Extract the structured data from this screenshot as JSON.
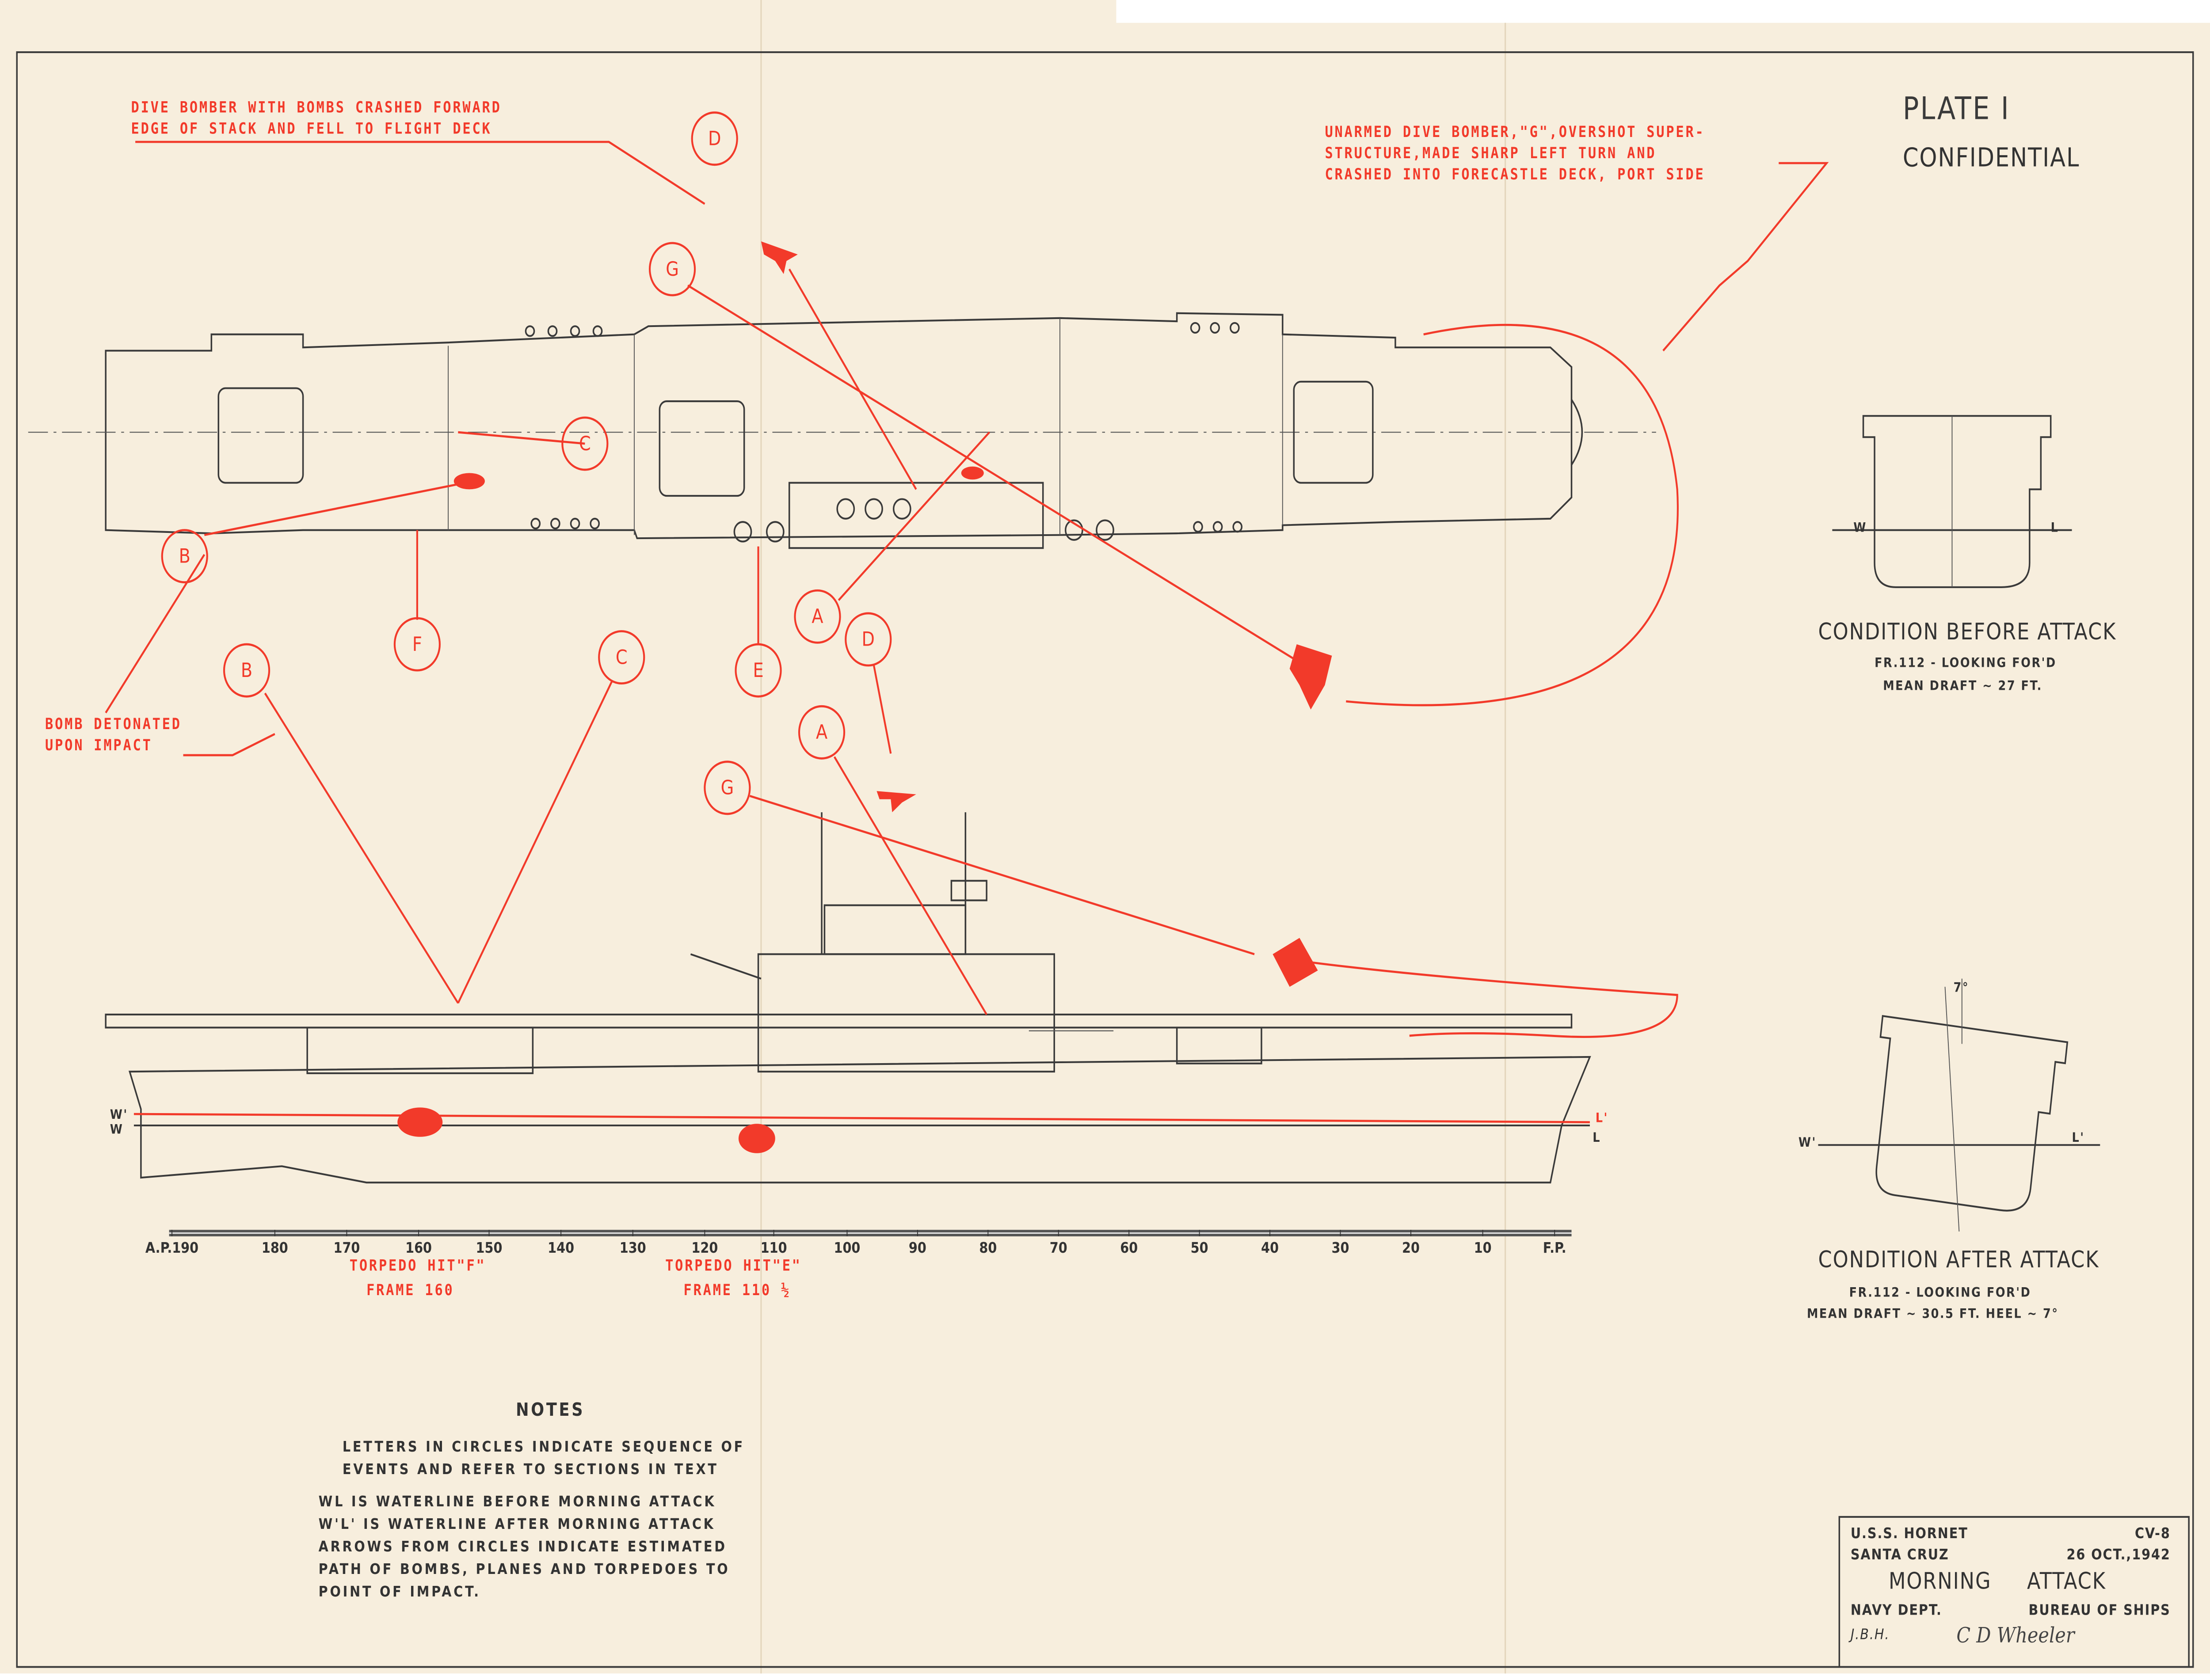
{
  "plate": {
    "title": "PLATE I",
    "classification": "CONFIDENTIAL"
  },
  "annotations": {
    "dive_bomber_d": [
      "DIVE BOMBER WITH BOMBS CRASHED FORWARD",
      "EDGE OF STACK AND FELL TO FLIGHT DECK"
    ],
    "unarmed_bomber_g": [
      "UNARMED DIVE BOMBER,\"G\",OVERSHOT SUPER-",
      "STRUCTURE,MADE SHARP LEFT TURN AND",
      "CRASHED INTO FORECASTLE DECK, PORT SIDE"
    ],
    "bomb_detonated": [
      "BOMB DETONATED",
      "UPON IMPACT"
    ],
    "torpedo_f": [
      "TORPEDO HIT\"F\"",
      "FRAME 160"
    ],
    "torpedo_e": [
      "TORPEDO HIT\"E\"",
      "FRAME 110 ½"
    ]
  },
  "event_markers": {
    "plan": [
      "D",
      "G",
      "C",
      "B",
      "A",
      "D",
      "E",
      "F"
    ],
    "profile": [
      "B",
      "C",
      "A",
      "G"
    ]
  },
  "waterlines": {
    "before_left": "W",
    "after_left": "W'",
    "before_right": "L",
    "after_right": "L'"
  },
  "frame_scale": [
    "A.P.190",
    "180",
    "170",
    "160",
    "150",
    "140",
    "130",
    "120",
    "110",
    "100",
    "90",
    "80",
    "70",
    "60",
    "50",
    "40",
    "30",
    "20",
    "10",
    "F.P."
  ],
  "sections": {
    "before": {
      "title": "CONDITION BEFORE ATTACK",
      "line1": "FR.112 - LOOKING FOR'D",
      "line2": "MEAN DRAFT ~ 27 FT.",
      "w": "W",
      "l": "L"
    },
    "after": {
      "title": "CONDITION AFTER ATTACK",
      "line1": "FR.112 - LOOKING FOR'D",
      "line2": "MEAN DRAFT ~ 30.5 FT. HEEL ~ 7°",
      "w": "W'",
      "l": "L'",
      "heel": "7°"
    }
  },
  "notes": {
    "title": "NOTES",
    "lines": [
      "LETTERS IN CIRCLES INDICATE SEQUENCE OF",
      "EVENTS AND REFER TO SECTIONS IN TEXT",
      "WL IS WATERLINE BEFORE MORNING ATTACK",
      "W'L' IS WATERLINE AFTER MORNING ATTACK",
      "ARROWS FROM CIRCLES INDICATE ESTIMATED",
      "PATH OF BOMBS, PLANES AND TORPEDOES TO",
      "POINT OF IMPACT."
    ]
  },
  "title_block": {
    "ship": "U.S.S. HORNET",
    "hull": "CV-8",
    "battle": "SANTA CRUZ",
    "date": "26 OCT.,1942",
    "title": "MORNING     ATTACK",
    "dept": "NAVY DEPT.",
    "bureau": "BUREAU OF SHIPS",
    "initials": "J.B.H.",
    "signature": "C D Wheeler"
  },
  "colors": {
    "paper": "#f7eedd",
    "ink": "#3a3a3a",
    "red": "#f23a2a"
  }
}
